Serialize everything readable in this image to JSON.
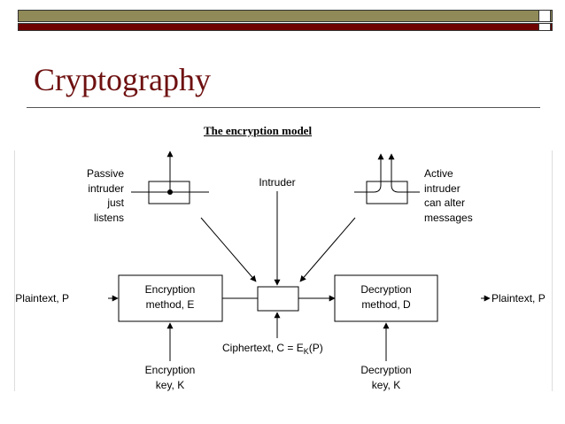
{
  "slide": {
    "title": "Cryptography",
    "subtitle": "The encryption model"
  },
  "theme": {
    "title_color": "#6e1010",
    "top_bar_color": "#8f8a58",
    "accent_bar_color": "#6e0000"
  },
  "diagram": {
    "passive_intruder": [
      "Passive",
      "intruder",
      "just",
      "listens"
    ],
    "intruder": "Intruder",
    "active_intruder": [
      "Active",
      "intruder",
      "can alter",
      "messages"
    ],
    "plaintext_in": "Plaintext, P",
    "plaintext_out": "Plaintext, P",
    "encryption_method": [
      "Encryption",
      "method, E"
    ],
    "decryption_method": [
      "Decryption",
      "method, D"
    ],
    "ciphertext": {
      "prefix": "Ciphertext, C = E",
      "subscript": "K",
      "suffix": "(P)"
    },
    "encryption_key": [
      "Encryption",
      "key, K"
    ],
    "decryption_key": [
      "Decryption",
      "key, K"
    ]
  }
}
